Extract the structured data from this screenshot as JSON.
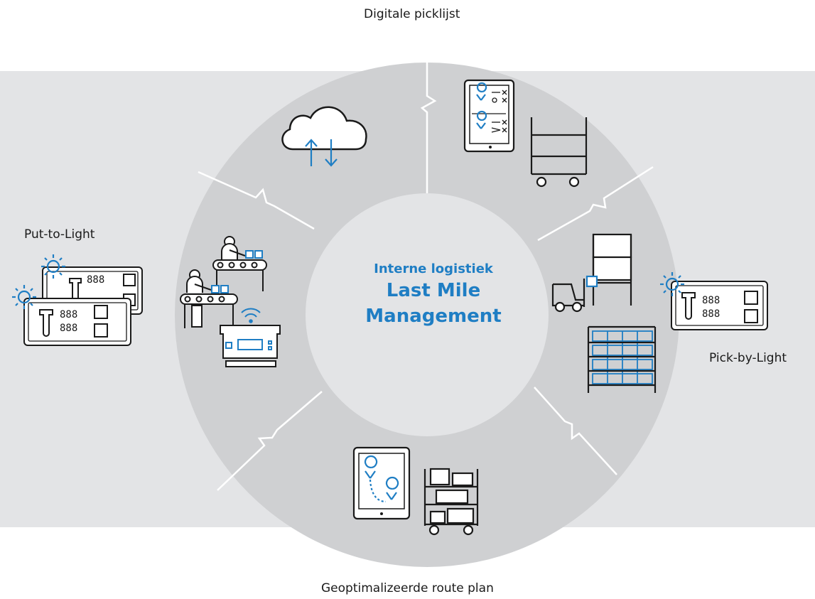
{
  "labels": {
    "top": "Digitale picklijst",
    "left": "Put-to-Light",
    "right": "Pick-by-Light",
    "bottom": "Geoptimalizeerde route plan"
  },
  "center": {
    "subtitle": "Interne logistiek",
    "title_line1": "Last Mile",
    "title_line2": "Management"
  },
  "display_digits": "888",
  "colors": {
    "accent": "#1f7ec4",
    "band": "#e3e4e6",
    "ring": "#cfd0d2",
    "center": "#e3e4e6",
    "line": "#1a1a1a"
  }
}
